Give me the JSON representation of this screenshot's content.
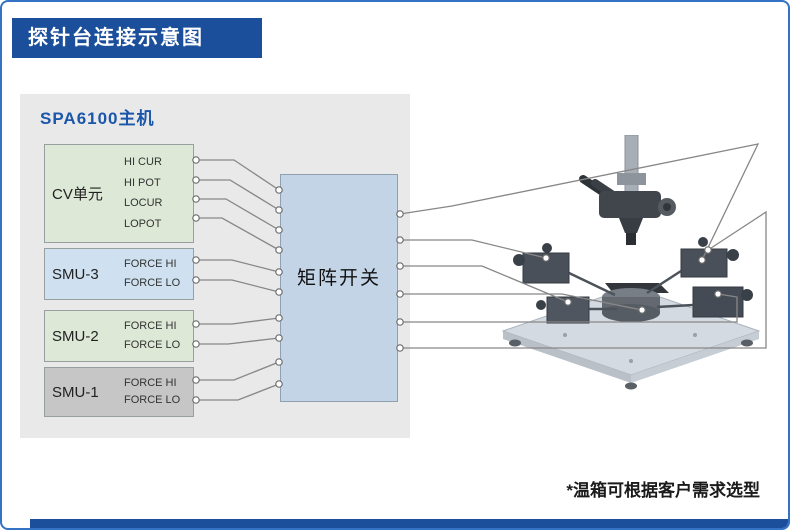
{
  "page": {
    "title": "探针台连接示意图",
    "footer_note": "*温箱可根据客户需求选型"
  },
  "diagram": {
    "panel_title": "SPA6100主机",
    "matrix_label": "矩阵开关",
    "units": [
      {
        "label": "CV单元",
        "signals": [
          "HI CUR",
          "HI POT",
          "LOCUR",
          "LOPOT"
        ]
      },
      {
        "label": "SMU-3",
        "signals": [
          "FORCE HI",
          "FORCE LO"
        ]
      },
      {
        "label": "SMU-2",
        "signals": [
          "FORCE HI",
          "FORCE LO"
        ]
      },
      {
        "label": "SMU-1",
        "signals": [
          "FORCE HI",
          "FORCE LO"
        ]
      }
    ]
  },
  "colors": {
    "banner_bg": "#1b4e9b",
    "page_border": "#3473c4",
    "panel_bg": "#e9e9e9",
    "unit_cv_bg": "#dde8d6",
    "unit_smu3_bg": "#cfe1f0",
    "unit_smu2_bg": "#dde8d6",
    "unit_smu1_bg": "#c6c6c6",
    "matrix_bg": "#c2d4e6",
    "wire": "#878787",
    "panel_title_color": "#1a56aa"
  }
}
